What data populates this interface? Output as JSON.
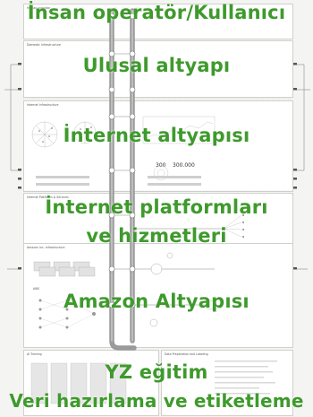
{
  "overlays": {
    "human_operator": "İnsan operatör/Kullanıcı",
    "national_infra": "Ulusal altyapı",
    "internet_infra": "İnternet altyapısı",
    "platforms_line1": "İnternet platformları",
    "platforms_line2": "ve hizmetleri",
    "amazon_infra": "Amazon Altyapısı",
    "ai_training": "YZ eğitim",
    "data_prep": "Veri hazırlama ve etiketleme"
  },
  "panels": {
    "human_operator": "Human operator",
    "domestic_infra": "Domestic Infrastructure",
    "internet_infra": "Internet Infrastructure",
    "platforms": "Internet Platforms & Services",
    "amazon": "Amazon Inc. Infrastructure",
    "aws": "AWS",
    "ai_training": "AI Training",
    "data_prep": "Data Preparation and Labeling"
  },
  "numbers": {
    "left_value": "300",
    "right_value": "300.000"
  },
  "colors": {
    "accent": "#3e9a2c",
    "track": "#9a9a9a",
    "background": "#f4f4f2"
  }
}
